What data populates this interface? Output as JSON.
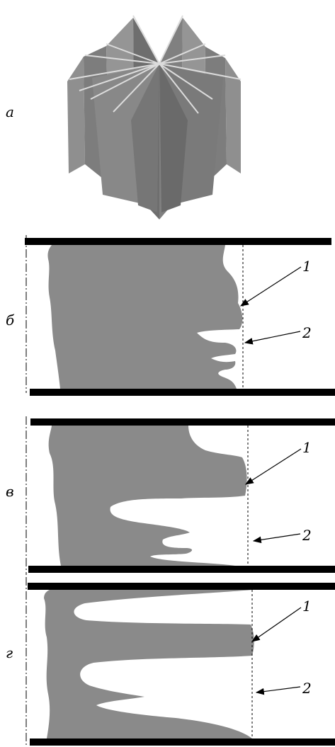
{
  "panels": [
    {
      "id": "a",
      "label": "а"
    },
    {
      "id": "b",
      "label": "б",
      "callouts": [
        "1",
        "2"
      ]
    },
    {
      "id": "v",
      "label": "в",
      "callouts": [
        "1",
        "2"
      ]
    },
    {
      "id": "g",
      "label": "г",
      "callouts": [
        "1",
        "2"
      ]
    }
  ],
  "colors": {
    "shape": "#8a8a8a",
    "shape_dark": "#6f6f6f",
    "bar": "#000000",
    "background": "#ffffff"
  }
}
